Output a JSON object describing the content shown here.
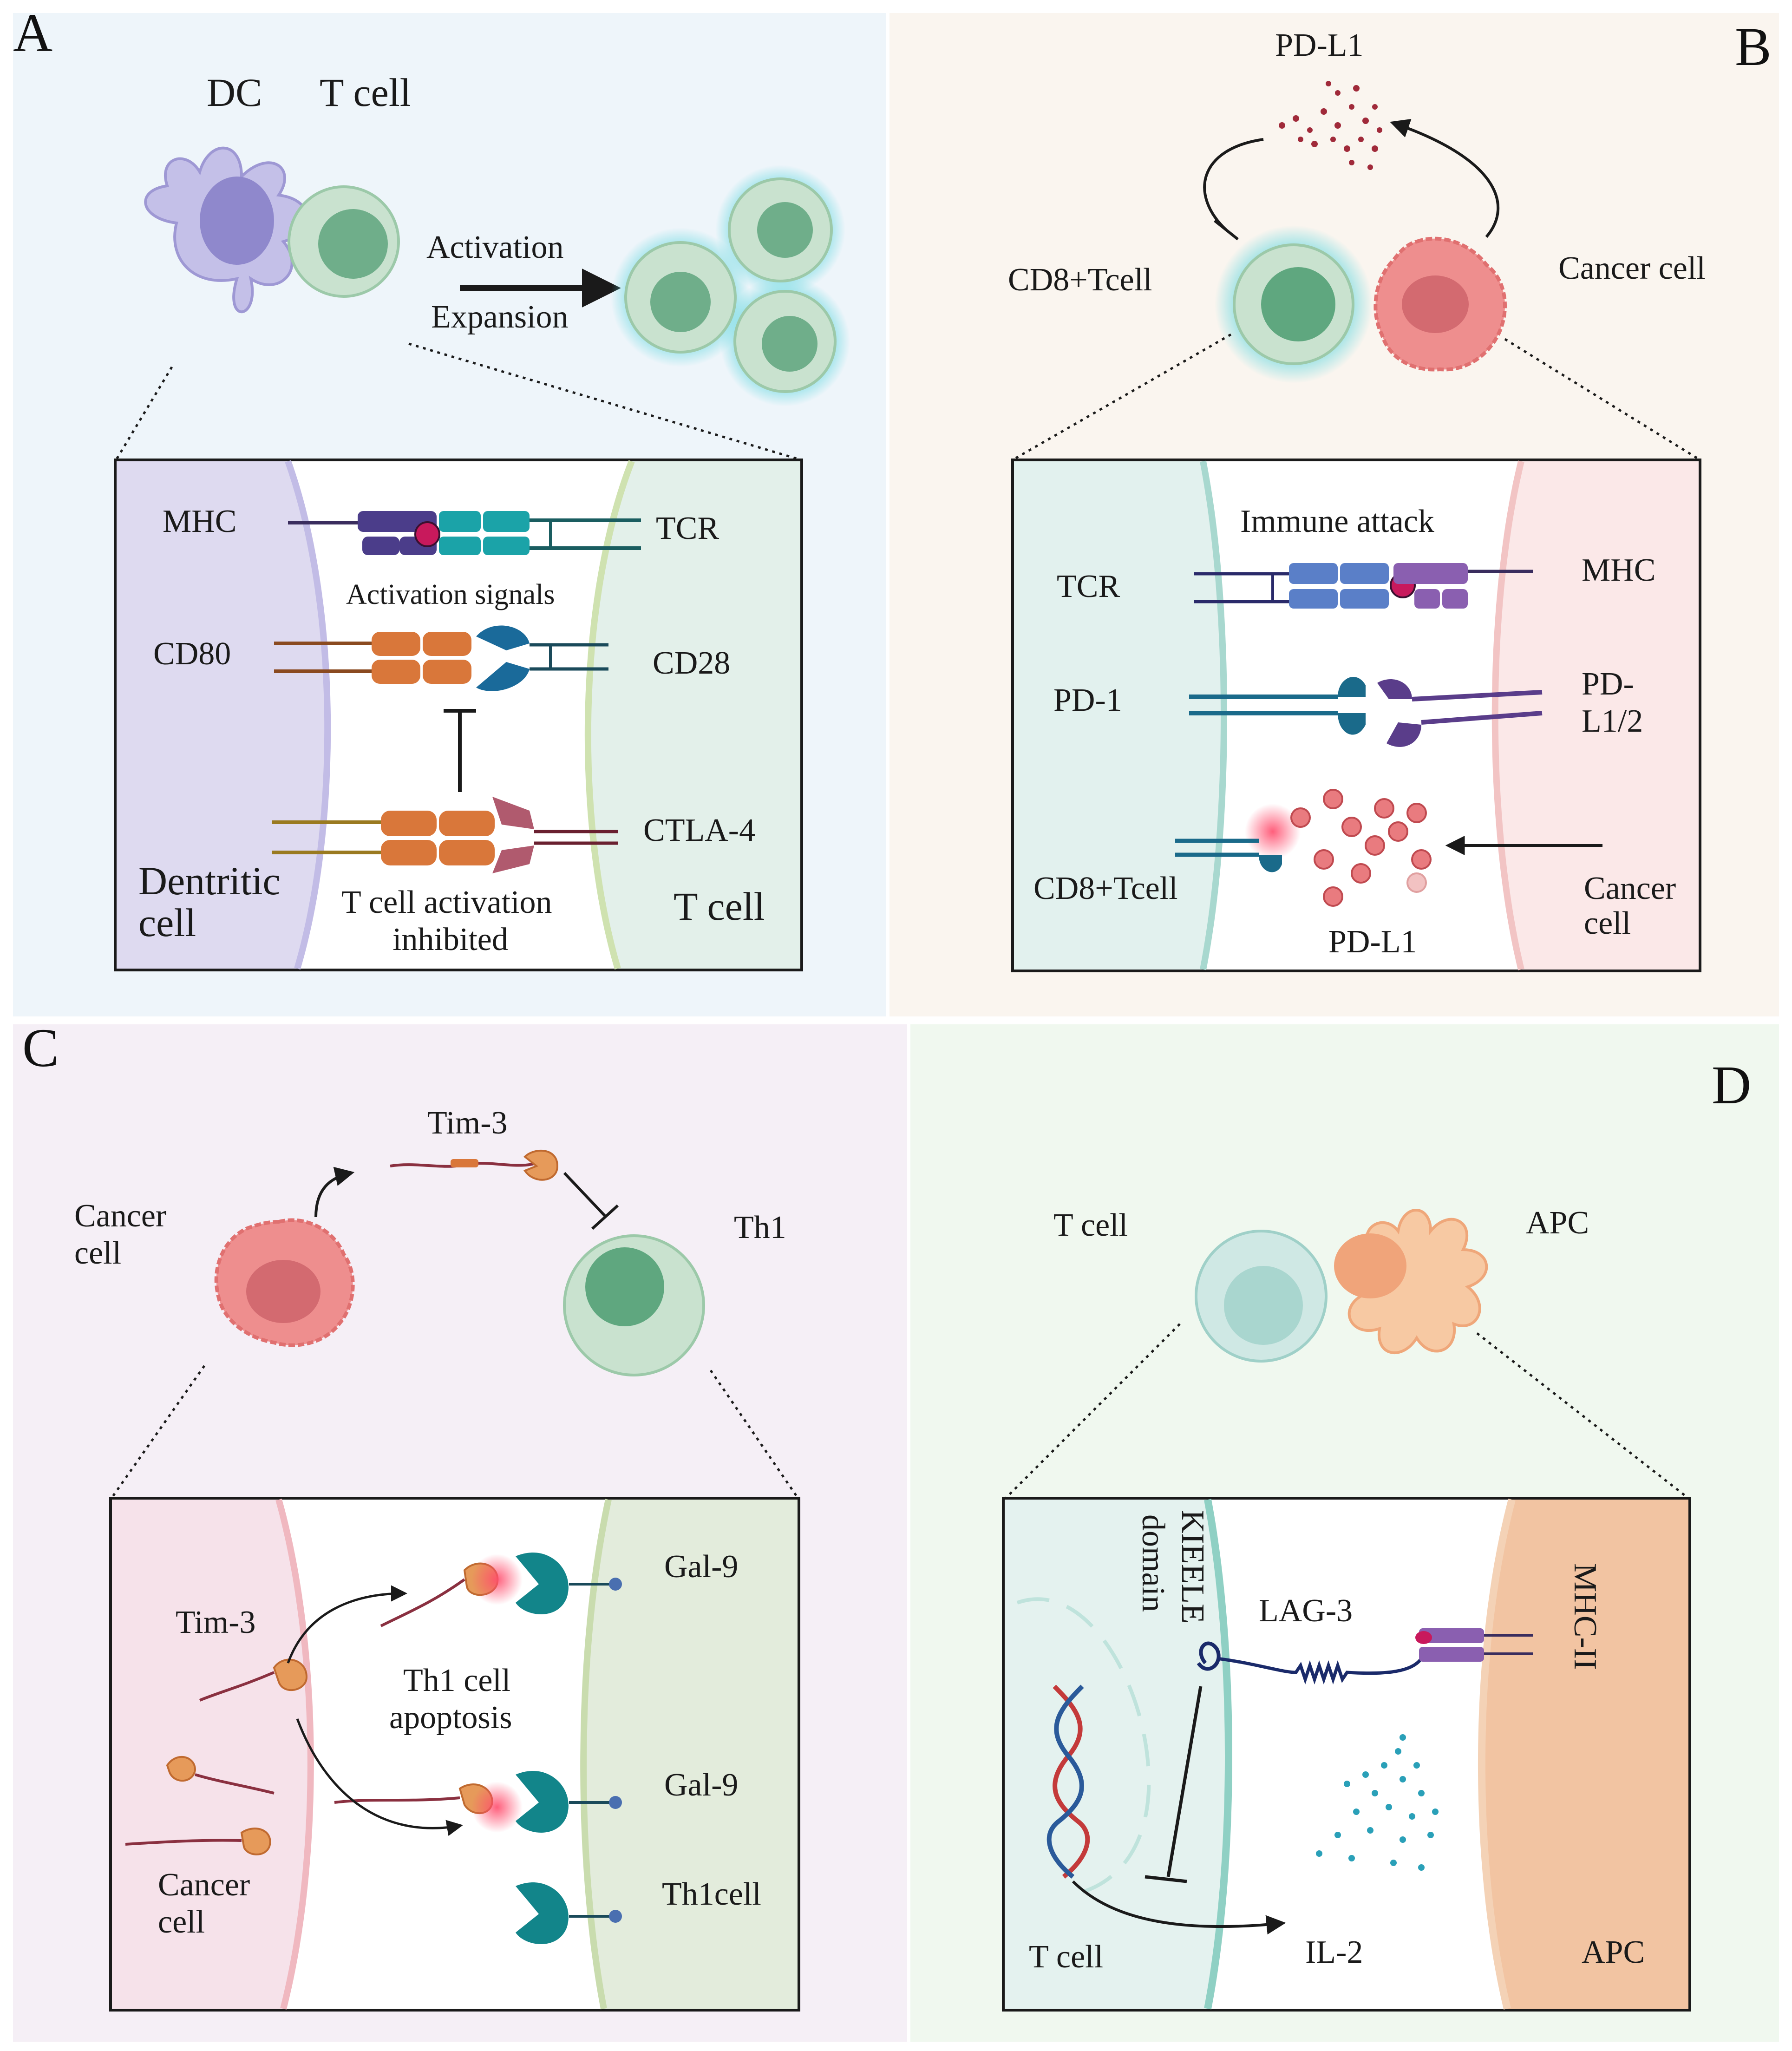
{
  "colors": {
    "panel_a_bg": "#eef5fa",
    "panel_b_bg": "#faf5ef",
    "panel_c_bg": "#f5eff6",
    "panel_d_bg": "#f0f8ef",
    "t_cell": "#b9d9c3",
    "t_cell_nucleus": "#6fae8a",
    "dendritic_cell": "#b7b3e0",
    "cancer_cell": "#ee8e8e",
    "apc_cell": "#f5b58a",
    "glow": "#5fd6df",
    "orange_domain": "#d9773a",
    "teal_receptor": "#167f88",
    "purple_mhc": "#6e4c9b",
    "dna_red": "#c43a3a",
    "dna_blue": "#2a5a9a"
  },
  "panel_a": {
    "letter": "A",
    "dc_label": "DC",
    "t_cell_label": "T cell",
    "activation": "Activation",
    "expansion": "Expansion",
    "inset": {
      "mhc": "MHC",
      "tcr": "TCR",
      "activation_signals": "Activation signals",
      "cd80": "CD80",
      "cd28": "CD28",
      "ctla4": "CTLA-4",
      "dentritic_line1": "Dentritic",
      "dentritic_line2": "cell",
      "t_cell": "T cell",
      "inhibited_line1": "T cell activation",
      "inhibited_line2": "inhibited"
    }
  },
  "panel_b": {
    "letter": "B",
    "pdl1_top": "PD-L1",
    "cd8_tcell": "CD8+Tcell",
    "cancer_cell": "Cancer cell",
    "inset": {
      "immune_attack": "Immune attack",
      "tcr": "TCR",
      "mhc": "MHC",
      "pd1": "PD-1",
      "pdl12_line1": "PD-",
      "pdl12_line2": "L1/2",
      "cd8_tcell": "CD8+Tcell",
      "pdl1": "PD-L1",
      "cancer_line1": "Cancer",
      "cancer_line2": "cell"
    }
  },
  "panel_c": {
    "letter": "C",
    "tim3_top": "Tim-3",
    "cancer_line1": "Cancer",
    "cancer_line2": "cell",
    "th1": "Th1",
    "inset": {
      "tim3": "Tim-3",
      "gal9_a": "Gal-9",
      "gal9_b": "Gal-9",
      "th1cell": "Th1cell",
      "apoptosis_line1": "Th1 cell",
      "apoptosis_line2": "apoptosis",
      "cancer_line1": "Cancer",
      "cancer_line2": "cell"
    }
  },
  "panel_d": {
    "letter": "D",
    "t_cell": "T cell",
    "apc": "APC",
    "inset": {
      "kieele_line1": "KIEELE",
      "kieele_line2": "domain",
      "lag3": "LAG-3",
      "mhc2": "MHC-II",
      "t_cell": "T cell",
      "il2": "IL-2",
      "apc": "APC"
    }
  }
}
